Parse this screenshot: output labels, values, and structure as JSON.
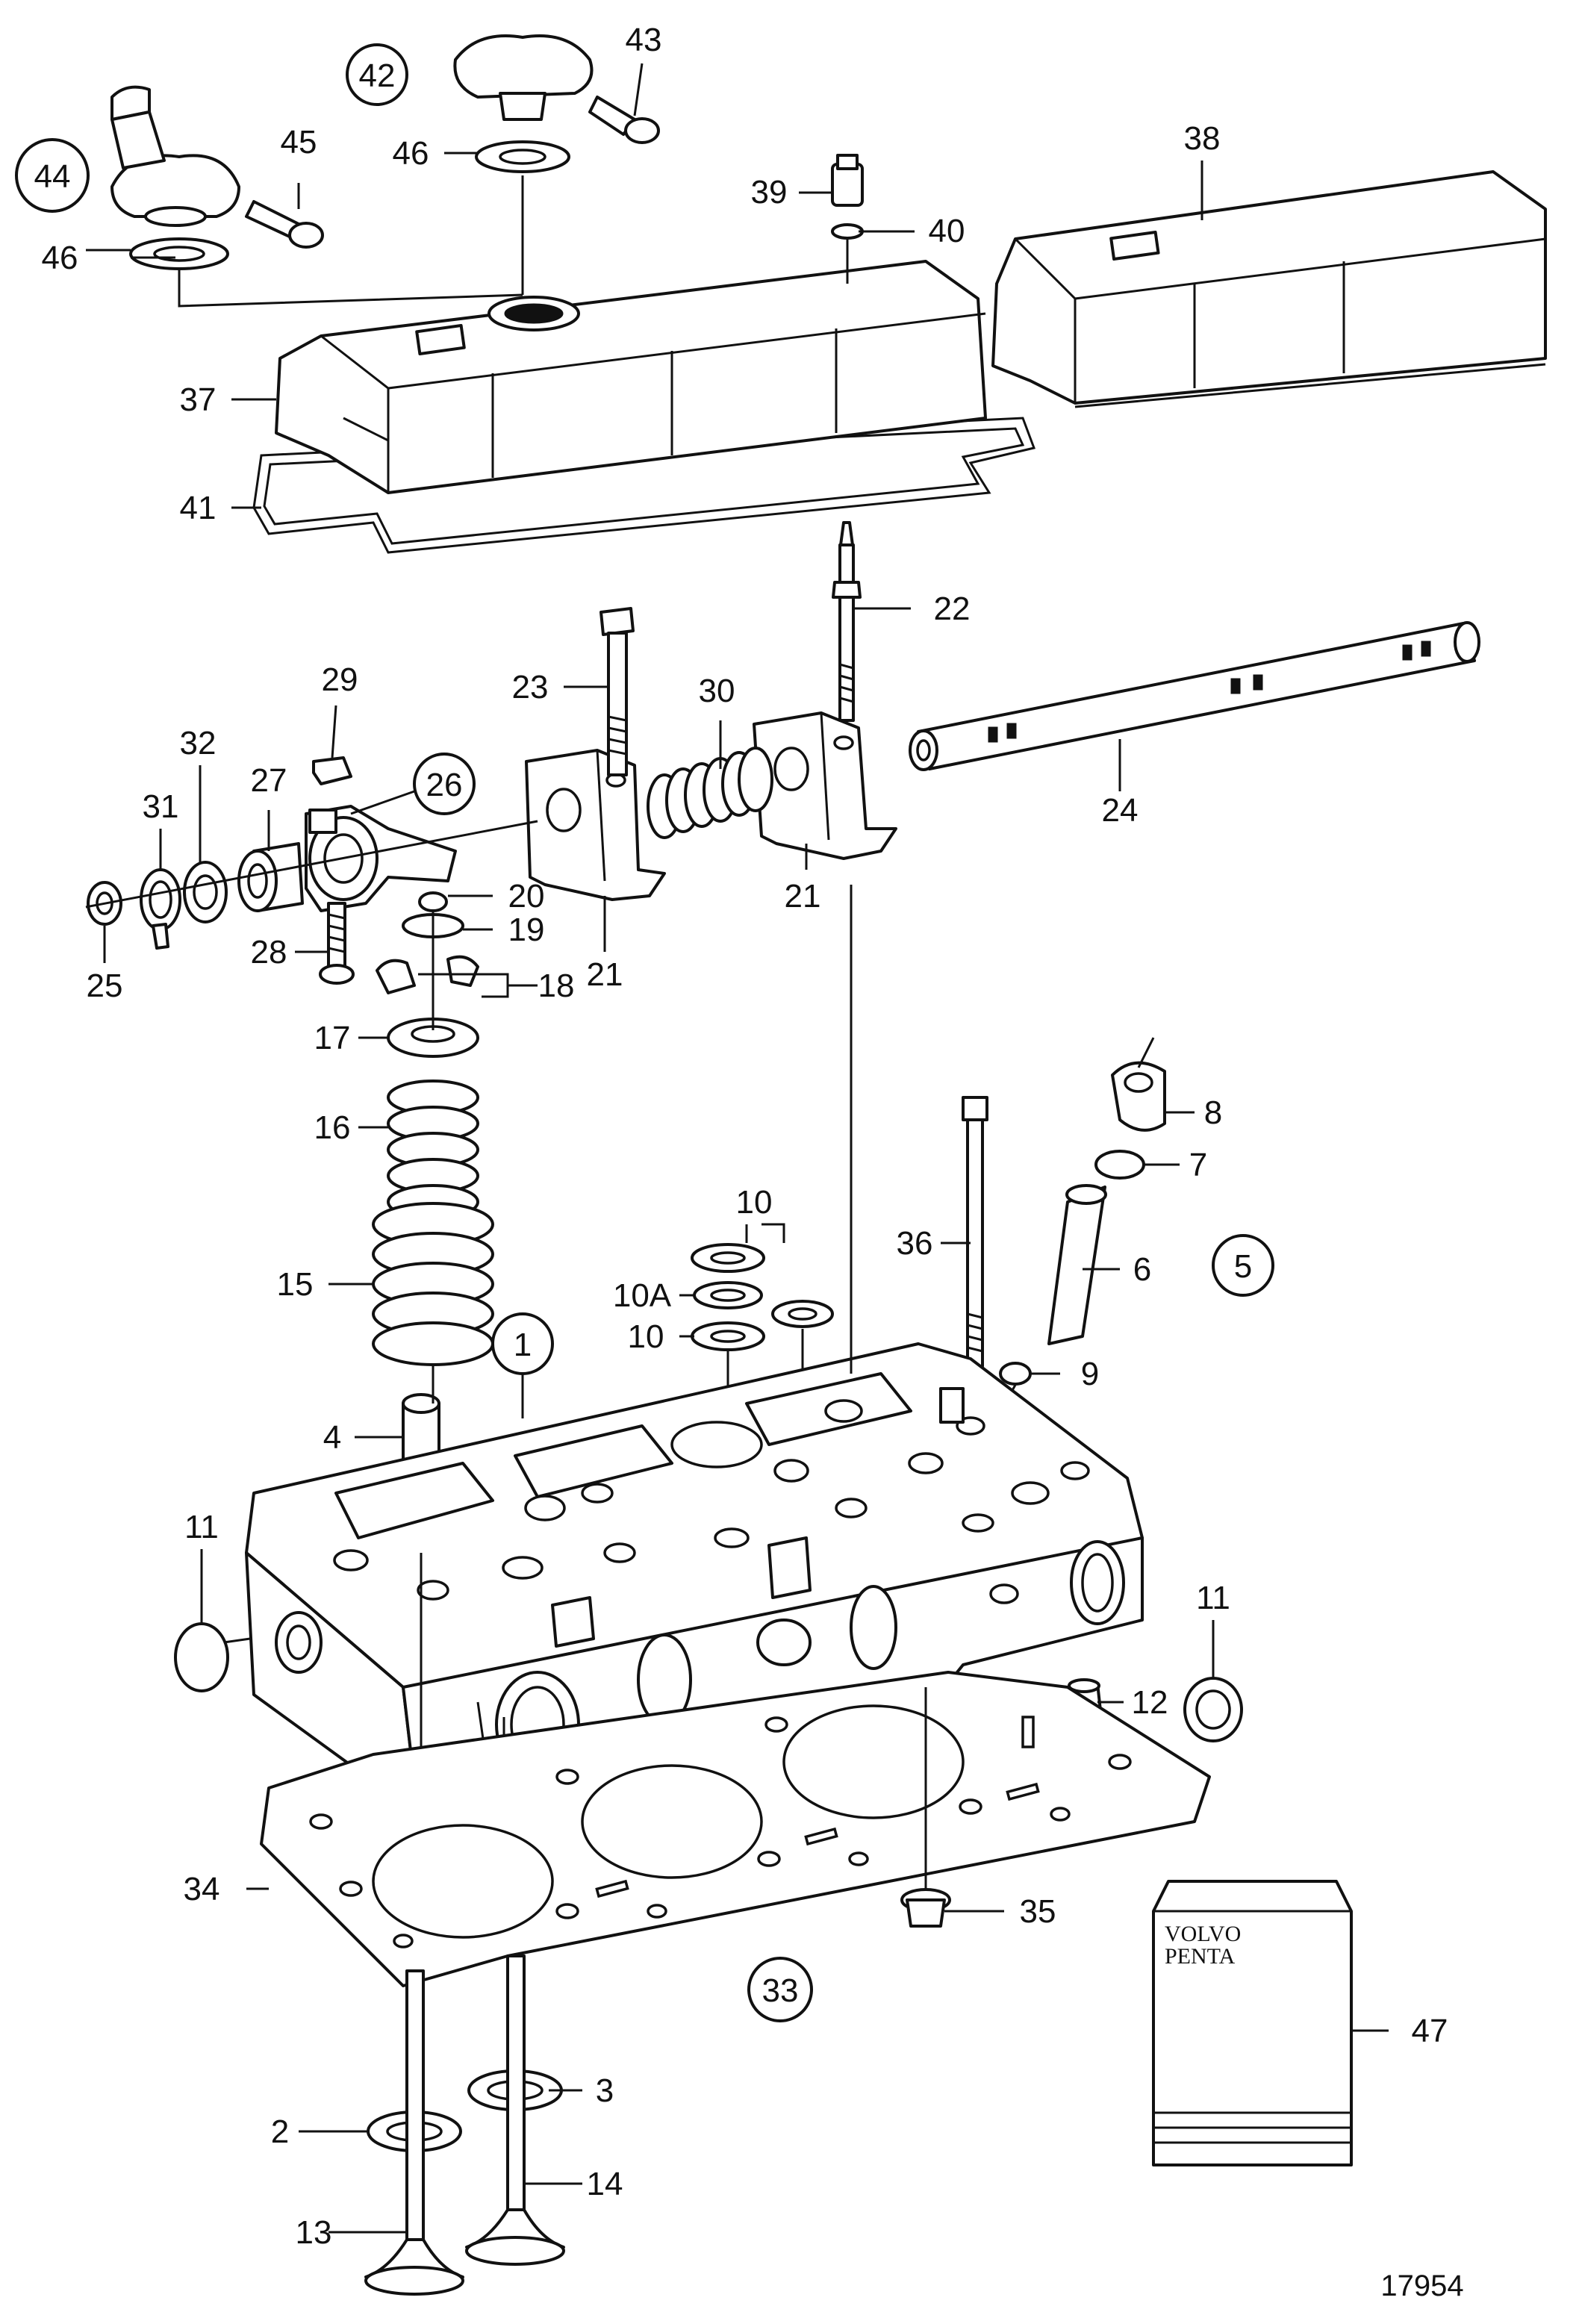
{
  "figure_id": "17954",
  "logo": {
    "line1": "VOLVO",
    "line2": "PENTA"
  },
  "callouts": {
    "c1": "1",
    "c2": "2",
    "c3": "3",
    "c4": "4",
    "c5": "5",
    "c6": "6",
    "c7": "7",
    "c8": "8",
    "c9": "9",
    "c10a": "10",
    "c10b": "10A",
    "c10c": "10",
    "c11a": "11",
    "c11b": "11",
    "c12": "12",
    "c13": "13",
    "c14": "14",
    "c15": "15",
    "c16": "16",
    "c17": "17",
    "c18": "18",
    "c19": "19",
    "c20": "20",
    "c21a": "21",
    "c21b": "21",
    "c22": "22",
    "c23": "23",
    "c24": "24",
    "c25": "25",
    "c26": "26",
    "c27": "27",
    "c28": "28",
    "c29": "29",
    "c30": "30",
    "c31": "31",
    "c32": "32",
    "c33": "33",
    "c34": "34",
    "c35": "35",
    "c36": "36",
    "c37": "37",
    "c38": "38",
    "c39": "39",
    "c40": "40",
    "c41": "41",
    "c42": "42",
    "c43": "43",
    "c44": "44",
    "c45": "45",
    "c46a": "46",
    "c46b": "46",
    "c47": "47"
  }
}
